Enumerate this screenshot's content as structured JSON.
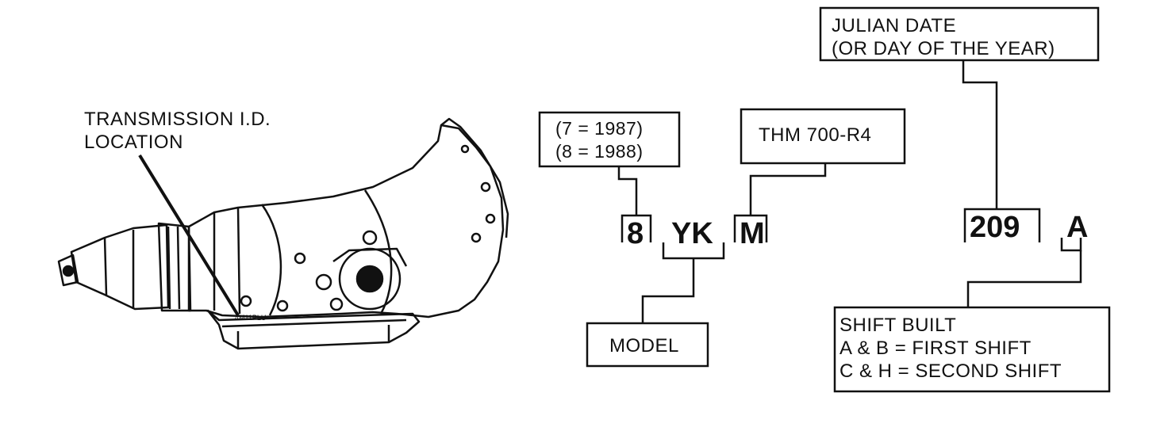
{
  "trans_label": {
    "line1": "TRANSMISSION I.D.",
    "line2": "LOCATION"
  },
  "plate_text": "4M11PLU",
  "year_box": {
    "line1": "(7  =  1987)",
    "line2": "(8  =  1988)"
  },
  "model_box": {
    "text": "THM 700-R4"
  },
  "julian_box": {
    "line1": "JULIAN DATE",
    "line2": "(OR DAY OF THE YEAR)"
  },
  "model_label": {
    "text": "MODEL"
  },
  "shift_box": {
    "line1": "SHIFT BUILT",
    "line2": "A & B  =  FIRST SHIFT",
    "line3": "C & H  =  SECOND SHIFT"
  },
  "codes": {
    "year": "8",
    "model": "YK",
    "trans": "M",
    "day": "209",
    "shift": "A"
  }
}
